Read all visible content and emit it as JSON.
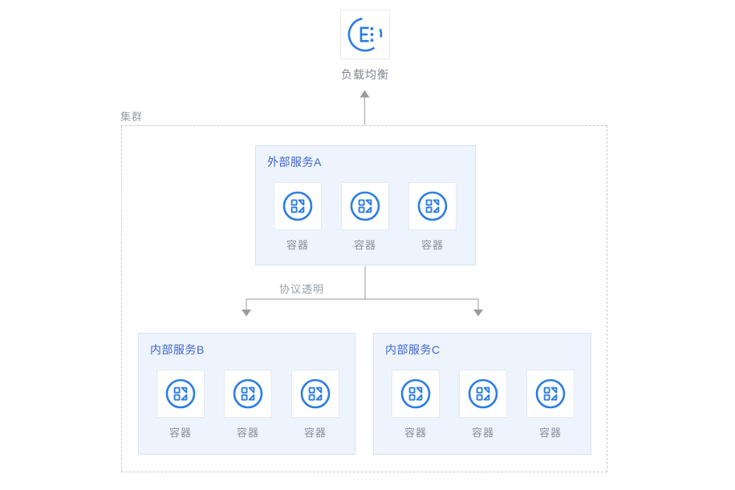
{
  "diagram_title_implicit": "container-service-load-balancing-architecture",
  "colors": {
    "accent_blue": "#2b7ce4",
    "title_blue": "#3f64d0",
    "service_box_fill": "#edf4fd",
    "service_box_border": "#d6e4f6",
    "card_border": "#e4e9f0",
    "connector_gray": "#a9a9a9",
    "label_gray": "#9aa0a6",
    "text_gray": "#8a8f96",
    "cluster_dashed_border": "#c9c9c9"
  },
  "load_balancer": {
    "label": "负载均衡",
    "icon": "load-balancer-icon"
  },
  "cluster": {
    "label": "集群"
  },
  "connector": {
    "label": "协议透明"
  },
  "services": [
    {
      "id": "A",
      "title": "外部服务A",
      "containers": [
        "容器",
        "容器",
        "容器"
      ],
      "container_icon": "container-icon"
    },
    {
      "id": "B",
      "title": "内部服务B",
      "containers": [
        "容器",
        "容器",
        "容器"
      ],
      "container_icon": "container-icon"
    },
    {
      "id": "C",
      "title": "内部服务C",
      "containers": [
        "容器",
        "容器",
        "容器"
      ],
      "container_icon": "container-icon"
    }
  ]
}
